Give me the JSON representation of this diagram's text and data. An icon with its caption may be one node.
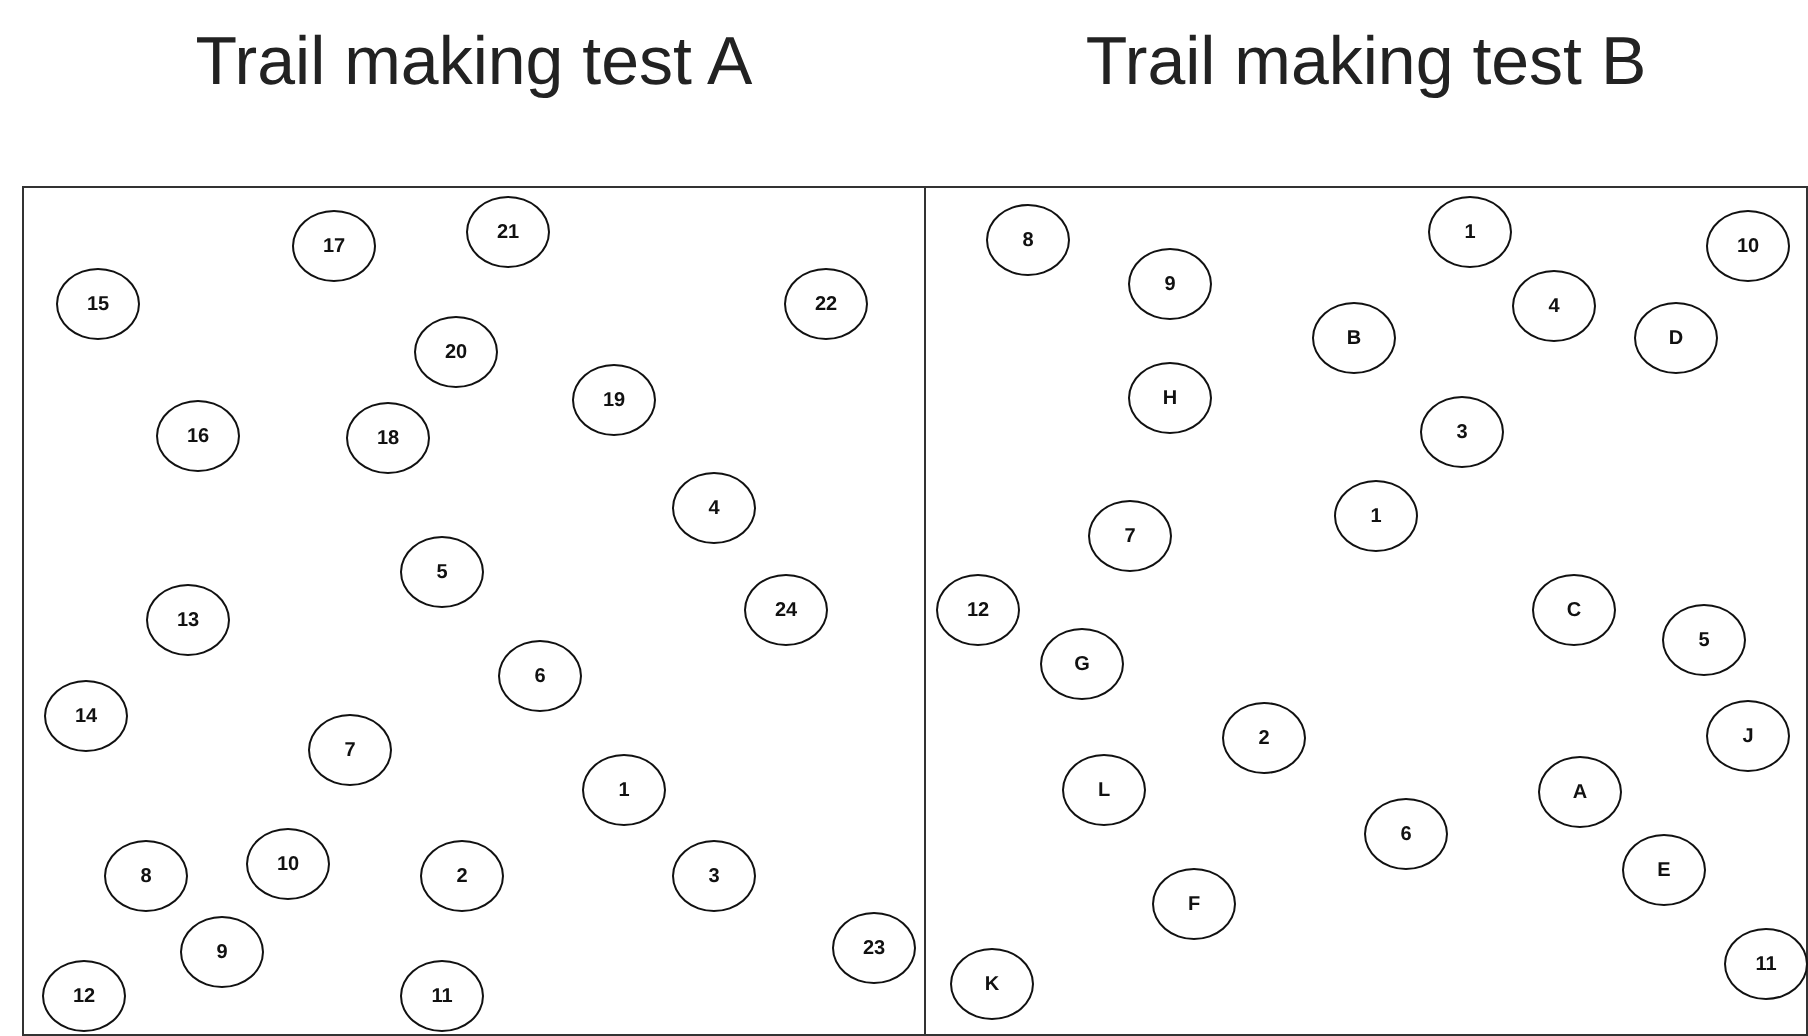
{
  "diagram": {
    "nodes": [
      {
        "text": [
          "Trail making test A"
        ]
      },
      {
        "text": [
          "17"
        ],
        "in": 0
      },
      {
        "text": [
          "21"
        ],
        "in": 0
      },
      {
        "text": [
          "15"
        ],
        "in": 0
      },
      {
        "text": [
          "22"
        ],
        "in": 0
      },
      {
        "text": [
          "20"
        ],
        "in": 0
      },
      {
        "text": [
          "19"
        ],
        "in": 0
      },
      {
        "text": [
          "16"
        ],
        "in": 0
      },
      {
        "text": [
          "18"
        ],
        "in": 0
      },
      {
        "text": [
          "4"
        ],
        "in": 0
      },
      {
        "text": [
          "5"
        ],
        "in": 0
      },
      {
        "text": [
          "13"
        ],
        "in": 0
      },
      {
        "text": [
          "24"
        ],
        "in": 0
      },
      {
        "text": [
          "6"
        ],
        "in": 0
      },
      {
        "text": [
          "14"
        ],
        "in": 0
      },
      {
        "text": [
          "7"
        ],
        "in": 0
      },
      {
        "text": [
          "1"
        ],
        "in": 0
      },
      {
        "text": [
          "8"
        ],
        "in": 0
      },
      {
        "text": [
          "10"
        ],
        "in": 0
      },
      {
        "text": [
          "2"
        ],
        "in": 0
      },
      {
        "text": [
          "3"
        ],
        "in": 0
      },
      {
        "text": [
          "9"
        ],
        "in": 0
      },
      {
        "text": [
          "23"
        ],
        "in": 0
      },
      {
        "text": [
          "12"
        ],
        "in": 0
      },
      {
        "text": [
          "11"
        ],
        "in": 0
      },
      {
        "text": [
          "Trail making test B"
        ]
      },
      {
        "text": [
          "8"
        ],
        "in": 25
      },
      {
        "text": [
          "1"
        ],
        "in": 25
      },
      {
        "text": [
          "10"
        ],
        "in": 25
      },
      {
        "text": [
          "9"
        ],
        "in": 25
      },
      {
        "text": [
          "4"
        ],
        "in": 25
      },
      {
        "text": [
          "B"
        ],
        "in": 25
      },
      {
        "text": [
          "D"
        ],
        "in": 25
      },
      {
        "text": [
          "H"
        ],
        "in": 25
      },
      {
        "text": [
          "3"
        ],
        "in": 25
      },
      {
        "text": [
          "1"
        ],
        "in": 25
      },
      {
        "text": [
          "7"
        ],
        "in": 25
      },
      {
        "text": [
          "12"
        ],
        "in": 25
      },
      {
        "text": [
          "C"
        ],
        "in": 25
      },
      {
        "text": [
          "5"
        ],
        "in": 25
      },
      {
        "text": [
          "G"
        ],
        "in": 25
      },
      {
        "text": [
          "2"
        ],
        "in": 25
      },
      {
        "text": [
          "J"
        ],
        "in": 25
      },
      {
        "text": [
          "L"
        ],
        "in": 25
      },
      {
        "text": [
          "A"
        ],
        "in": 25
      },
      {
        "text": [
          "6"
        ],
        "in": 25
      },
      {
        "text": [
          "E"
        ],
        "in": 25
      },
      {
        "text": [
          "F"
        ],
        "in": 25
      },
      {
        "text": [
          "K"
        ],
        "in": 25
      },
      {
        "text": [
          "11"
        ],
        "in": 25
      }
    ]
  }
}
